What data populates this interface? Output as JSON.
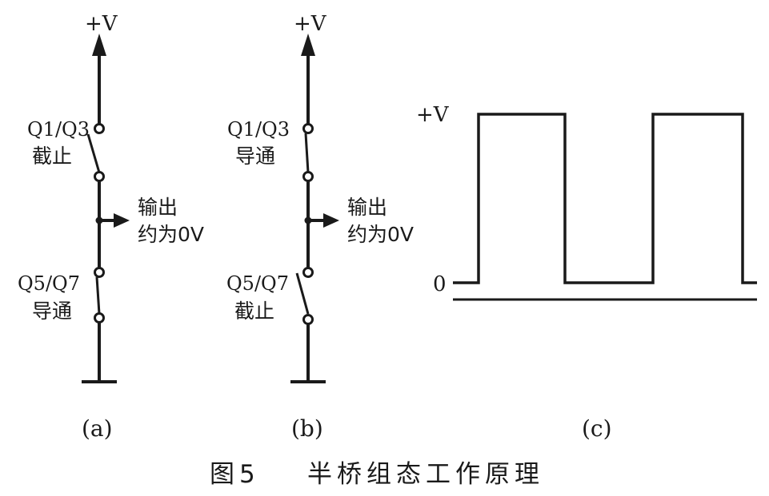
{
  "panel_a": {
    "supply_label": "+V",
    "upper_switch_name": "Q1/Q3",
    "upper_switch_state": "截止",
    "output_label_line1": "输出",
    "output_label_line2": "约为0V",
    "lower_switch_name": "Q5/Q7",
    "lower_switch_state": "导通",
    "panel_label": "(a)"
  },
  "panel_b": {
    "supply_label": "+V",
    "upper_switch_name": "Q1/Q3",
    "upper_switch_state": "导通",
    "output_label_line1": "输出",
    "output_label_line2": "约为0V",
    "lower_switch_name": "Q5/Q7",
    "lower_switch_state": "截止",
    "panel_label": "(b)"
  },
  "panel_c": {
    "high_level_label": "+V",
    "low_level_label": "0",
    "panel_label": "(c)"
  },
  "caption": {
    "figure_number": "图5",
    "title": "半桥组态工作原理"
  }
}
